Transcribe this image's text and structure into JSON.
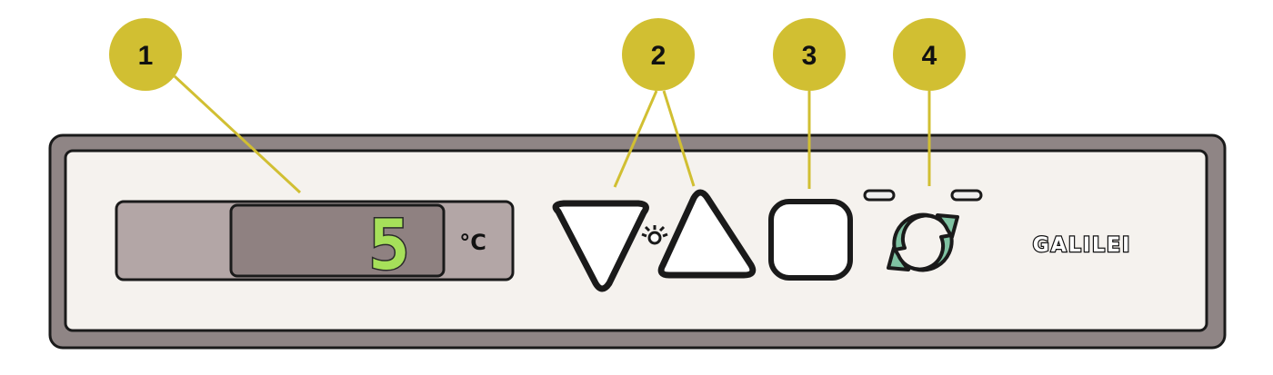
{
  "callouts": [
    {
      "number": "1"
    },
    {
      "number": "2"
    },
    {
      "number": "3"
    },
    {
      "number": "4"
    }
  ],
  "display": {
    "temperature_value": "5",
    "unit": "°C",
    "digit_color": "#a6e05a"
  },
  "brand": {
    "name": "GALILEI"
  },
  "colors": {
    "callout": "#d1bf32",
    "panel_frame": "#8f8585",
    "panel_face": "#f5f2ee",
    "display_window": "#8f8181",
    "display_housing": "#b3a6a6",
    "arrow_green": "#7fc2a2"
  },
  "icons": {
    "down": "triangle-down-icon",
    "up": "triangle-up-icon",
    "light": "light-bulb-icon",
    "square": "square-button-icon",
    "defrost": "cycle-arrows-icon"
  }
}
